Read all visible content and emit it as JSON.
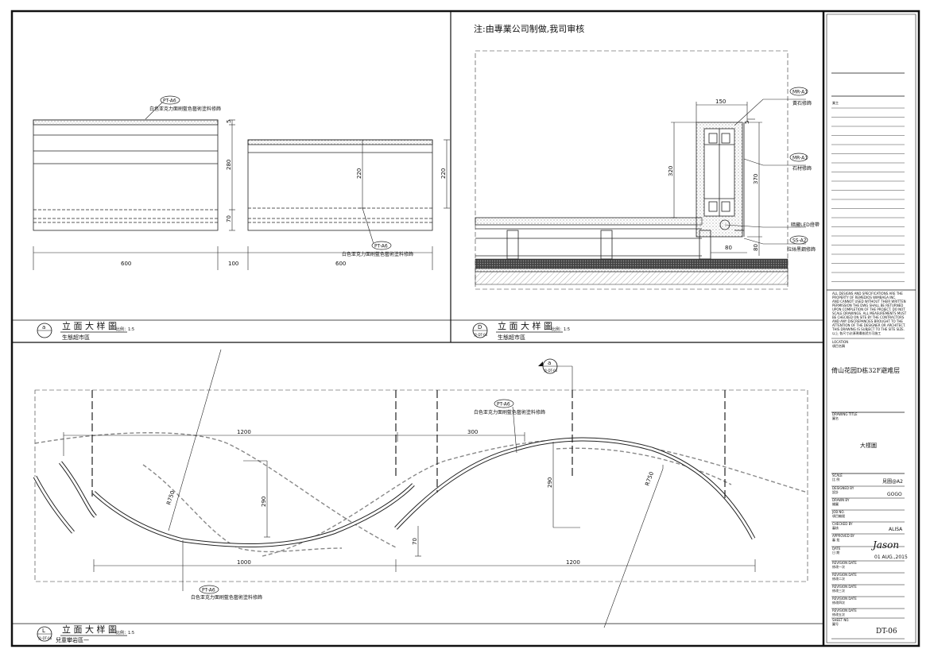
{
  "note_top": "注:由專業公司制做,我司审核",
  "panel_a": {
    "marker": "a",
    "title": "立 面 大 样 圖",
    "scale": "比例：1:5",
    "subtitle": "生態超市區",
    "tags": [
      {
        "code": "PT-A6",
        "desc": "白色亚克力面刷藍色藝術塗料修飾"
      },
      {
        "code": "PT-A6",
        "desc": "白色亚克力面刷藍色藝術塗料修飾"
      }
    ],
    "dims": {
      "d280": "280",
      "d70": "70",
      "d600a": "600",
      "d100": "100",
      "d600b": "600",
      "d220a": "220",
      "d220b": "220",
      "d5": "5"
    }
  },
  "panel_d": {
    "marker": "D",
    "sheet_ref": "見-DT-06",
    "title": "立 面 大 样 圖",
    "scale": "比例：1:5",
    "subtitle": "生態超市區",
    "labels": [
      {
        "code": "MR-A1",
        "desc": "黃石修飾"
      },
      {
        "code": "MR-A1",
        "desc": "石材修飾"
      },
      {
        "code": "",
        "desc": "暗藏LED燈帶"
      },
      {
        "code": "SS-A2",
        "desc": "拉絲黑鋼修飾"
      }
    ],
    "dims": {
      "d150": "150",
      "d320": "320",
      "d370": "370",
      "d80a": "80",
      "d80b": "80",
      "d5": "5"
    }
  },
  "panel_l": {
    "marker": "L",
    "sheet_ref": "見-DT-06",
    "title": "立 面 大 样 圖",
    "scale": "比例：1:5",
    "subtitle": "兒童攀岩區一",
    "section_marker": "a",
    "section_ref": "見-DT-06",
    "tags": [
      {
        "code": "PT-A6",
        "desc": "白色亚克力面刷藍色藝術塗料修飾"
      },
      {
        "code": "PT-A6",
        "desc": "白色亚克力面刷藍色藝術塗料修飾"
      }
    ],
    "dims": {
      "d1200a": "1200",
      "d300": "300",
      "r750a": "R750",
      "r750b": "R750",
      "d290a": "290",
      "d290b": "290",
      "d70": "70",
      "d1000": "1000",
      "d1200b": "1200"
    }
  },
  "title_block": {
    "owner_label": "業主",
    "disclaimer": [
      "ALL DESIGNS AND SPECIFICATIONS ARE THE",
      "PROPERTY OF REMEDIOS WIMBAGA INC.",
      "AND CANNOT USED WITHOUT THEIR WRITTEN",
      "PERMISSION THE DWG SHALL BE RETURNED",
      "UPON COMPLETION OF THE PROJECT. DO NOT",
      "SCALE DRAWINGS. ALL MEASUREMENTS MUST",
      "BE CHECKED ON SITE BY THE CONTRACTORS",
      "AND ANY DISCREPANCIES BROUGHT TO THE",
      "ATTENTION OF THE DESIGNER OR ARCHITECT.",
      "THIS DRAWING IS SUBJECT TO THE SITE SIZE.",
      "以上 各尺寸必須現場核對方可施工"
    ],
    "location_label": "LOCATION",
    "location_cn": "項目名稱",
    "project_name": "倚山花园D栋32F避难层",
    "drawing_title_label": "DRAWING TITLE",
    "drawing_title_cn": "圖名",
    "drawing_title": "大樣圖",
    "scale_label": "SCALE",
    "scale_cn": "比 例",
    "scale_value": "見圖@A2",
    "designed_label": "DESIGNED BY",
    "designed_cn": "設計",
    "designed_value": "GOGO",
    "drawn_label": "DRAWN BY",
    "drawn_cn": "繪圖",
    "job_label": "JOB NO.",
    "job_cn": "項目編號",
    "checked_label": "CHECKED BY",
    "checked_cn": "審核",
    "checked_value": "ALISA",
    "approved_label": "APPROVED BY",
    "approved_cn": "審 批",
    "approved_value": "Jason",
    "date_label": "DATE",
    "date_cn": "日 期",
    "date_value": "01 AUG.,2015",
    "rev_label": "REVISION DATE",
    "rev_cn": [
      "修改一次",
      "修改二次",
      "修改三次",
      "修改四次",
      "修改五次"
    ],
    "sheet_label": "SHEET NO.",
    "sheet_cn": "圖号",
    "sheet_value": "DT-06"
  }
}
